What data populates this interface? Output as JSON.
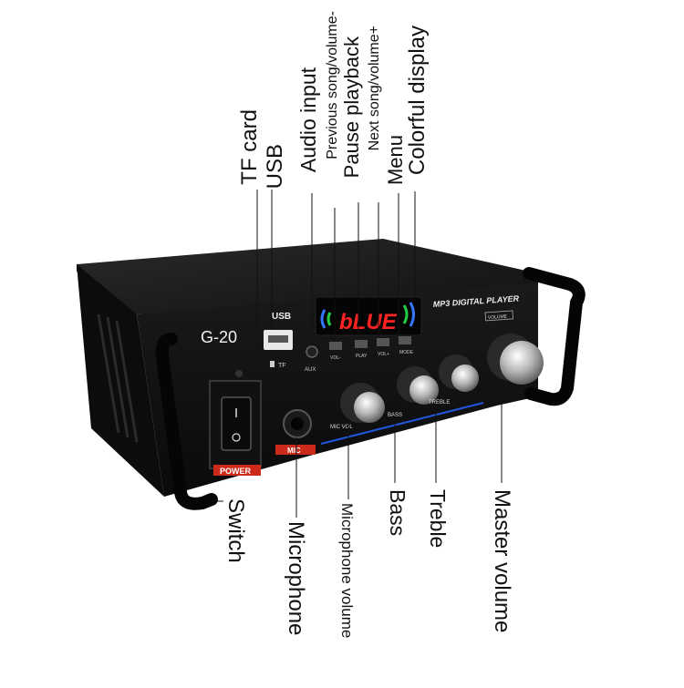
{
  "device": {
    "model": "G-20",
    "display_text": "bLUE",
    "panel_title": "MP3 DIGITAL PLAYER",
    "usb_label": "USB",
    "tf_label": "TF",
    "aux_label": "AUX",
    "volume_badge": "VOLUME",
    "power_label": "POWER",
    "mic_label": "MIC",
    "button_labels": [
      "VOL-",
      "PLAY",
      "VOL+",
      "MODE"
    ],
    "knob_labels": [
      "MIC VOL",
      "BASS",
      "TREBLE"
    ]
  },
  "callouts": {
    "top": [
      "TF card",
      "USB",
      "Audio input",
      "Previous song/volume-",
      "Pause playback",
      "Next song/volume+",
      "Menu",
      "Colorful display"
    ],
    "bottom": [
      "Switch",
      "Microphone",
      "Microphone volume",
      "Bass",
      "Treble",
      "Master volume"
    ]
  },
  "colors": {
    "body": "#151515",
    "display_red": "#ff2222",
    "display_green": "#22cc44",
    "display_blue": "#3377ff",
    "power_red": "#cc2a1a",
    "accent_blue": "#2255dd"
  }
}
